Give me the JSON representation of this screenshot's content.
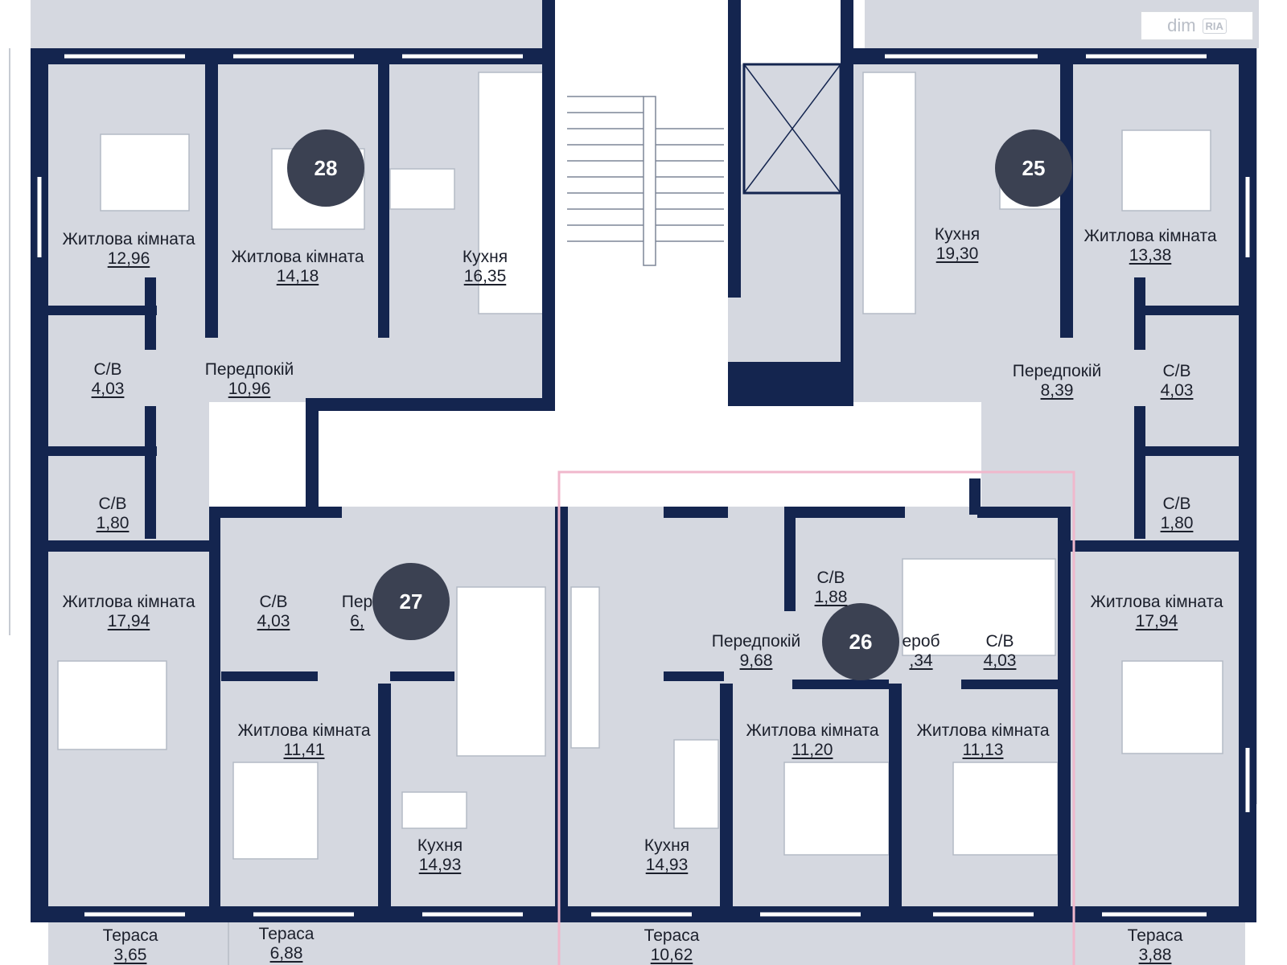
{
  "logo": {
    "text": "dim",
    "badge": "RIA"
  },
  "apartments": [
    {
      "number": "28"
    },
    {
      "number": "25"
    },
    {
      "number": "27"
    },
    {
      "number": "26"
    }
  ],
  "rooms": [
    {
      "name": "Житлова кімната",
      "area": "12,96"
    },
    {
      "name": "Житлова кімната",
      "area": "14,18"
    },
    {
      "name": "Кухня",
      "area": "16,35"
    },
    {
      "name": "Кухня",
      "area": "19,30"
    },
    {
      "name": "Житлова кімната",
      "area": "13,38"
    },
    {
      "name": "С/В",
      "area": "4,03"
    },
    {
      "name": "Передпокій",
      "area": "10,96"
    },
    {
      "name": "Передпокій",
      "area": "8,39"
    },
    {
      "name": "С/В",
      "area": "4,03"
    },
    {
      "name": "С/В",
      "area": "1,80"
    },
    {
      "name": "С/В",
      "area": "1,80"
    },
    {
      "name": "Житлова кімната",
      "area": "17,94"
    },
    {
      "name": "С/В",
      "area": "4,03"
    },
    {
      "name": "Пер",
      "area": "6,"
    },
    {
      "name": "С/В",
      "area": "1,88"
    },
    {
      "name": "Передпокій",
      "area": "9,68"
    },
    {
      "name": "ероб",
      "area": ",34"
    },
    {
      "name": "С/В",
      "area": "4,03"
    },
    {
      "name": "Житлова кімната",
      "area": "17,94"
    },
    {
      "name": "Житлова кімната",
      "area": "11,41"
    },
    {
      "name": "Житлова кімната",
      "area": "11,20"
    },
    {
      "name": "Житлова кімната",
      "area": "11,13"
    },
    {
      "name": "Кухня",
      "area": "14,93"
    },
    {
      "name": "Кухня",
      "area": "14,93"
    },
    {
      "name": "Тераса",
      "area": "3,65"
    },
    {
      "name": "Тераса",
      "area": "6,88"
    },
    {
      "name": "Тераса",
      "area": "10,62"
    },
    {
      "name": "Тераса",
      "area": "3,88"
    }
  ],
  "colors": {
    "wall": "#14254f",
    "floor": "#d5d8e0",
    "corridor": "#ffffff",
    "badge": "#3b4152",
    "highlight": "#f0b8cc"
  }
}
